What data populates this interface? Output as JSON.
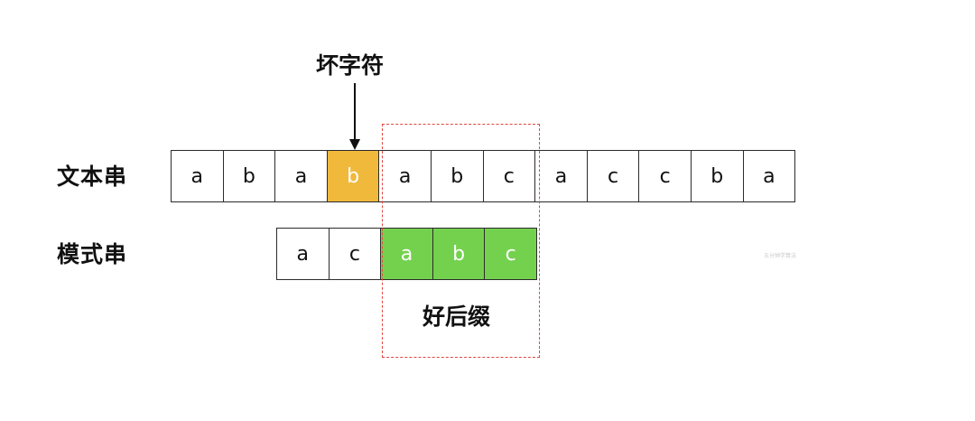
{
  "labels": {
    "text_string": "文本串",
    "pattern_string": "模式串",
    "bad_character": "坏字符",
    "good_suffix": "好后缀",
    "watermark": "五分钟学算法"
  },
  "text_cells": [
    {
      "char": "a",
      "state": "normal"
    },
    {
      "char": "b",
      "state": "normal"
    },
    {
      "char": "a",
      "state": "normal"
    },
    {
      "char": "b",
      "state": "bad"
    },
    {
      "char": "a",
      "state": "normal"
    },
    {
      "char": "b",
      "state": "normal"
    },
    {
      "char": "c",
      "state": "normal"
    },
    {
      "char": "a",
      "state": "normal"
    },
    {
      "char": "c",
      "state": "normal"
    },
    {
      "char": "c",
      "state": "normal"
    },
    {
      "char": "b",
      "state": "normal"
    },
    {
      "char": "a",
      "state": "normal"
    }
  ],
  "pattern_cells": [
    {
      "char": "a",
      "state": "normal"
    },
    {
      "char": "c",
      "state": "normal"
    },
    {
      "char": "a",
      "state": "good"
    },
    {
      "char": "b",
      "state": "good"
    },
    {
      "char": "c",
      "state": "good"
    }
  ],
  "colors": {
    "bad_character": "#f0b93c",
    "good_suffix": "#74d14e",
    "suffix_box_border": "#e0483f"
  }
}
